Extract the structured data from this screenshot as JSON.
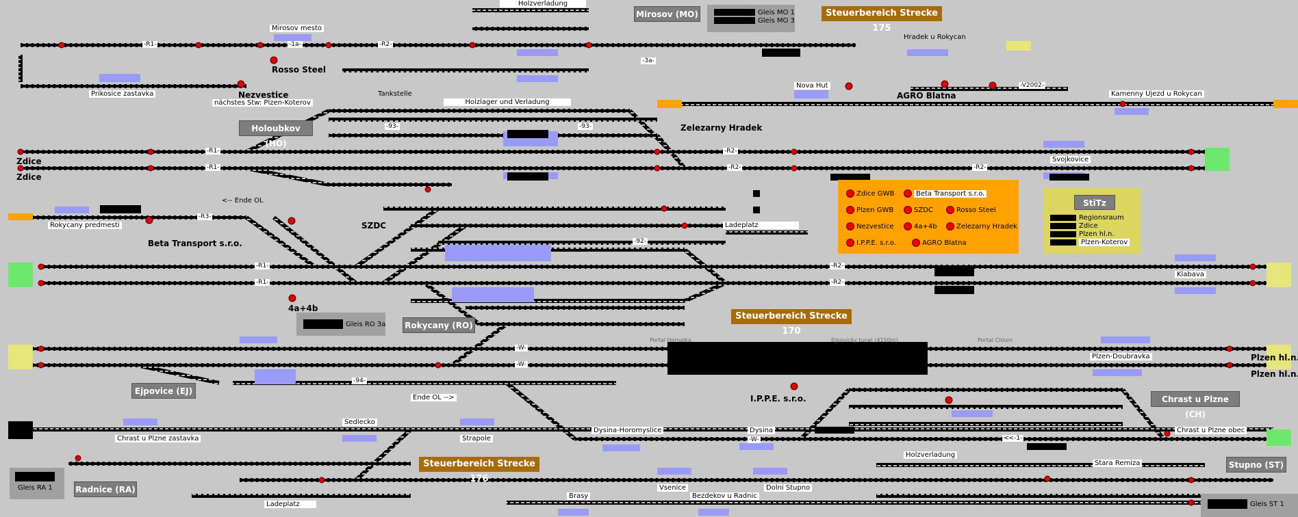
{
  "colors": {
    "track": "#000000",
    "bg": "#c8c8c8",
    "signal_red": "#e00000",
    "platform": "#9a9af7",
    "area_grey": "#7d7d7d",
    "area_brown": "#a86b09",
    "panel_orange": "#ffa200",
    "panel_yellow": "#dcd660",
    "end_green": "#6ce86c",
    "end_yellow": "#e6e67a"
  },
  "areas": [
    {
      "id": "mirosov",
      "label": "Mirosov (MO)"
    },
    {
      "id": "holoubkov",
      "label": "Holoubkov (HO)"
    },
    {
      "id": "rokycany",
      "label": "Rokycany (RO)"
    },
    {
      "id": "ejpovice",
      "label": "Ejpovice (EJ)"
    },
    {
      "id": "radnice",
      "label": "Radnice (RA)"
    },
    {
      "id": "chrast",
      "label": "Chrast u Plzne (CH)"
    },
    {
      "id": "stupno",
      "label": "Stupno (ST)"
    }
  ],
  "sectors": [
    {
      "id": "s175",
      "label": "Steuerbereich Strecke 175"
    },
    {
      "id": "s170",
      "label": "Steuerbereich Strecke 170"
    },
    {
      "id": "s176",
      "label": "Steuerbereich Strecke 176"
    }
  ],
  "gleis_boxes": {
    "mo1": "Gleis MO 1",
    "mo3": "Gleis MO 3",
    "ro3a": "Gleis RO 3a",
    "ra1": "Gleis RA 1",
    "st1": "Gleis ST 1"
  },
  "bold_labels": {
    "rosso": "Rosso Steel",
    "nezvestice": "Nezvestice",
    "zdice1": "Zdice",
    "zdice2": "Zdice",
    "szdc": "SZDC",
    "beta": "Beta Transport s.r.o.",
    "agro": "AGRO Blatna",
    "zel": "Zelezarny Hradek",
    "ippe": "I.P.P.E. s.r.o.",
    "pl1": "Plzen hl.n.",
    "pl2": "Plzen hl.n.",
    "r4a": "4a+4b"
  },
  "labels": {
    "mirosov_mesto": "Mirosov mesto",
    "holzverladung1": "Holzverladung",
    "hradek": "Hradek u Rokycan",
    "prikosice": "Prikosice zastavka",
    "next_station": "nächstes Stw: Plzen-Koterov",
    "tankstelle": "Tankstelle",
    "holzlager": "Holzlager und Verladung",
    "nova_hut": "Nova Hut",
    "kamenny": "Kamenny Ujezd u Rokycan",
    "ende_ol1": "<-- Ende OL",
    "rokycany_predmesti": "Rokycany predmesti",
    "svojkovice": "Svojkovice",
    "ladeplatz1": "Ladeplatz",
    "klabava": "Klabava",
    "portal_homolka": "Portal Homolka",
    "ejpovicky_tunel": "Ejpovicky tunel (4150m)",
    "portal_chlum": "Portal Chlum",
    "plzen_doubravka": "Plzen-Doubravka",
    "ende_ol2": "Ende OL -->",
    "dysina_horomyslice": "Dysina-Horomyslice",
    "dysina": "Dysina",
    "sedlecko": "Sedlecko",
    "chrast_zastavka": "Chrast u Plzne zastavka",
    "strapole": "Strapole",
    "chrast_obec": "Chrast u Plzne obec",
    "holzverladung2": "Holzverladung",
    "stara_remiza": "Stara Remiza",
    "brasy": "Brasy",
    "vsenice": "Vsenice",
    "bezdekov": "Bezdekov u Radnic",
    "dolni_stupno": "Dolni Stupno",
    "ladeplatz2": "Ladeplatz"
  },
  "track_codes": {
    "r1a": "-R1-",
    "r1b": "-1a-",
    "r2a": "-R2-",
    "r2b": "-R2-",
    "r1c": "-R1-",
    "r1d": "-R1-",
    "r2c": "-R2-",
    "r2d": "-R2-",
    "r3": "-R3-",
    "r1e": "-R1-",
    "r1f": "-R1-",
    "r2e": "-R2-",
    "r2f": "-R2-",
    "v2002": "-V2002-",
    "w1": "-W-",
    "w2": "-W-",
    "w3": "-W-",
    "c93a": "-93-",
    "c93b": "-93-",
    "c94": "-94-",
    "c92": "-92-",
    "c3a": "-3a-",
    "cx1": "<<-1-"
  },
  "operators_panel": {
    "items": [
      "Zdice GWB",
      "Beta Transport s.r.o.",
      "Plzen GWB",
      "SZDC",
      "Rosso Steel",
      "Nezvestice",
      "4a+4b",
      "Zelezarny Hradek",
      "I.P.P.E. s.r.o.",
      "AGRO Blatna"
    ]
  },
  "stitz_panel": {
    "title": "StiTz",
    "items": [
      "Regionsraum",
      "Zdice",
      "Plzen hl.n.",
      "Plzen-Koterov"
    ]
  }
}
